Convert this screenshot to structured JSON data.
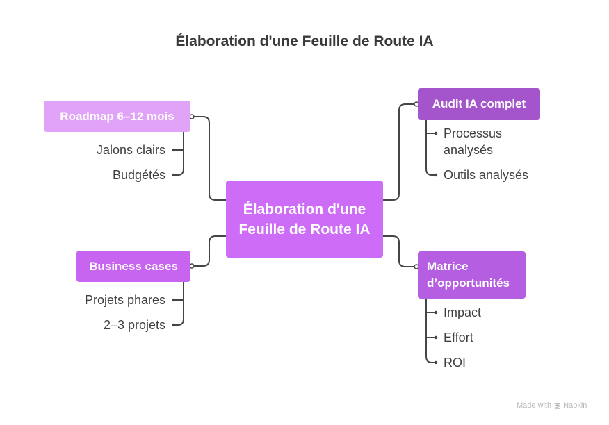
{
  "title": "Élaboration d'une Feuille de Route IA",
  "center_node": {
    "label": "Élaboration d'une Feuille de Route IA",
    "color": "#cd6cf6"
  },
  "branches": [
    {
      "id": "roadmap",
      "label": "Roadmap 6–12 mois",
      "color": "#e1a3f7",
      "side": "left",
      "children": [
        "Jalons clairs",
        "Budgétés"
      ]
    },
    {
      "id": "audit",
      "label": "Audit IA complet",
      "color": "#a455cb",
      "side": "right",
      "children": [
        "Processus analysés",
        "Outils analysés"
      ]
    },
    {
      "id": "business",
      "label": "Business cases",
      "color": "#c865f0",
      "side": "left",
      "children": [
        "Projets phares",
        "2–3 projets"
      ]
    },
    {
      "id": "matrice",
      "label": "Matrice d’opportunités",
      "color": "#b55ee2",
      "side": "right",
      "children": [
        "Impact",
        "Effort",
        "ROI"
      ]
    }
  ],
  "footer": {
    "label": "Made with",
    "brand": "Napkin",
    "icon": "napkin-logo-icon"
  }
}
